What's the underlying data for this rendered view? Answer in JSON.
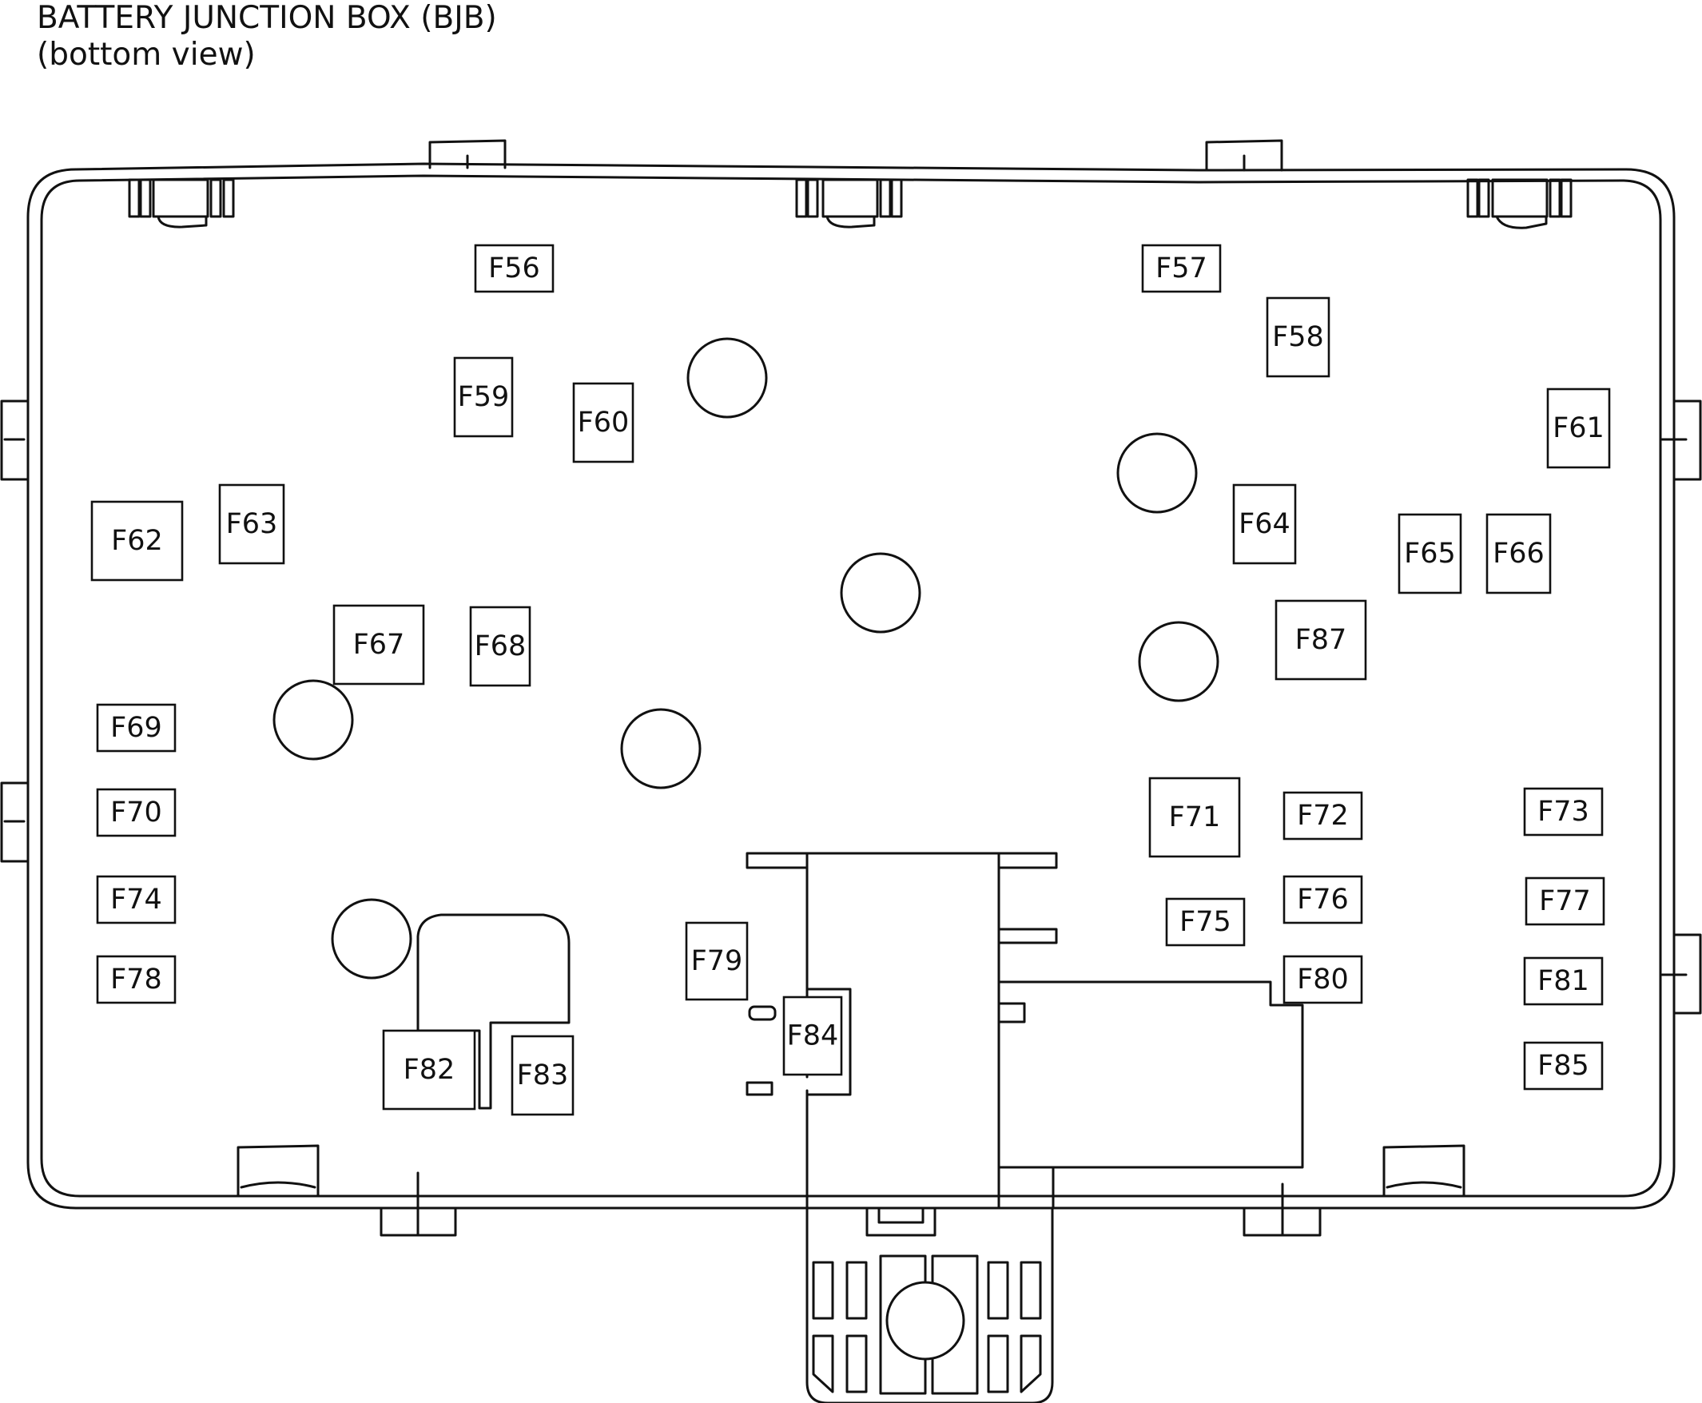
{
  "header": {
    "title": "BATTERY JUNCTION BOX (BJB)",
    "subtitle": "(bottom view)"
  },
  "fuses": [
    {
      "id": "F56",
      "label": "F56"
    },
    {
      "id": "F57",
      "label": "F57"
    },
    {
      "id": "F58",
      "label": "F58"
    },
    {
      "id": "F59",
      "label": "F59"
    },
    {
      "id": "F60",
      "label": "F60"
    },
    {
      "id": "F61",
      "label": "F61"
    },
    {
      "id": "F62",
      "label": "F62"
    },
    {
      "id": "F63",
      "label": "F63"
    },
    {
      "id": "F64",
      "label": "F64"
    },
    {
      "id": "F65",
      "label": "F65"
    },
    {
      "id": "F66",
      "label": "F66"
    },
    {
      "id": "F67",
      "label": "F67"
    },
    {
      "id": "F68",
      "label": "F68"
    },
    {
      "id": "F87",
      "label": "F87"
    },
    {
      "id": "F69",
      "label": "F69"
    },
    {
      "id": "F70",
      "label": "F70"
    },
    {
      "id": "F71",
      "label": "F71"
    },
    {
      "id": "F72",
      "label": "F72"
    },
    {
      "id": "F73",
      "label": "F73"
    },
    {
      "id": "F74",
      "label": "F74"
    },
    {
      "id": "F75",
      "label": "F75"
    },
    {
      "id": "F76",
      "label": "F76"
    },
    {
      "id": "F77",
      "label": "F77"
    },
    {
      "id": "F78",
      "label": "F78"
    },
    {
      "id": "F79",
      "label": "F79"
    },
    {
      "id": "F80",
      "label": "F80"
    },
    {
      "id": "F81",
      "label": "F81"
    },
    {
      "id": "F82",
      "label": "F82"
    },
    {
      "id": "F83",
      "label": "F83"
    },
    {
      "id": "F84",
      "label": "F84"
    },
    {
      "id": "F85",
      "label": "F85"
    }
  ],
  "colors": {
    "line": "#111111",
    "background": "#ffffff"
  }
}
